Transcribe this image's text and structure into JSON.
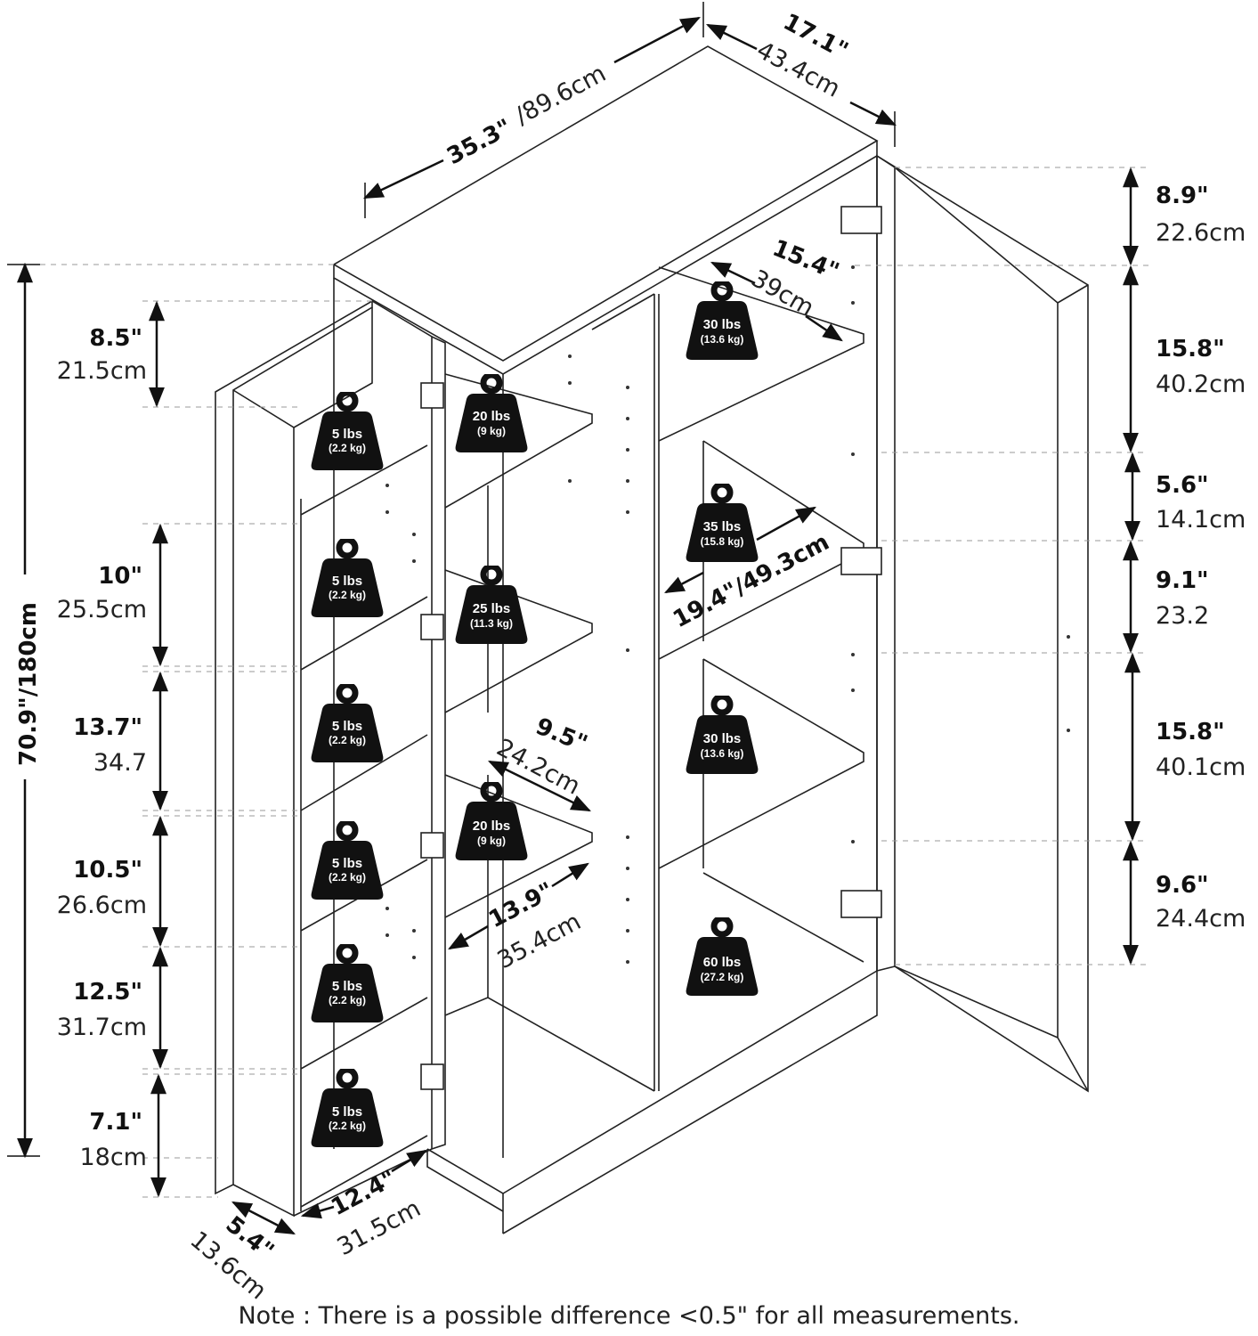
{
  "top": {
    "width_in": "35.3\"",
    "width_cm": "/89.6cm",
    "depth_in": "17.1\"",
    "depth_cm": "43.4cm"
  },
  "overall_height": "70.9\"/180cm",
  "left_dims": [
    {
      "in": "8.5\"",
      "cm": "21.5cm"
    },
    {
      "in": "10\"",
      "cm": "25.5cm"
    },
    {
      "in": "13.7\"",
      "cm": "34.7"
    },
    {
      "in": "10.5\"",
      "cm": "26.6cm"
    },
    {
      "in": "12.5\"",
      "cm": "31.7cm"
    },
    {
      "in": "7.1\"",
      "cm": "18cm"
    }
  ],
  "right_dims": [
    {
      "in": "8.9\"",
      "cm": "22.6cm"
    },
    {
      "in": "15.8\"",
      "cm": "40.2cm"
    },
    {
      "in": "5.6\"",
      "cm": "14.1cm"
    },
    {
      "in": "9.1\"",
      "cm": "23.2"
    },
    {
      "in": "15.8\"",
      "cm": "40.1cm"
    },
    {
      "in": "9.6\"",
      "cm": "24.4cm"
    }
  ],
  "inner_dims": {
    "right_depth_in": "15.4\"",
    "right_depth_cm": "39cm",
    "right_width": "19.4\"/49.3cm",
    "mid_depth_in": "9.5\"",
    "mid_depth_cm": "24.2cm",
    "mid_width_in": "13.9\"",
    "mid_width_cm": "35.4cm",
    "door_shelf_depth_in": "5.4\"",
    "door_shelf_depth_cm": "13.6cm",
    "door_shelf_width_in": "12.4\"",
    "door_shelf_width_cm": "31.5cm"
  },
  "weights": {
    "door": [
      {
        "lbs": "5 lbs",
        "kg": "(2.2 kg)"
      },
      {
        "lbs": "5 lbs",
        "kg": "(2.2 kg)"
      },
      {
        "lbs": "5 lbs",
        "kg": "(2.2 kg)"
      },
      {
        "lbs": "5 lbs",
        "kg": "(2.2 kg)"
      },
      {
        "lbs": "5 lbs",
        "kg": "(2.2 kg)"
      },
      {
        "lbs": "5 lbs",
        "kg": "(2.2 kg)"
      }
    ],
    "middle": [
      {
        "lbs": "20 lbs",
        "kg": "(9 kg)"
      },
      {
        "lbs": "25 lbs",
        "kg": "(11.3 kg)"
      },
      {
        "lbs": "20 lbs",
        "kg": "(9 kg)"
      }
    ],
    "right": [
      {
        "lbs": "30 lbs",
        "kg": "(13.6 kg)"
      },
      {
        "lbs": "35 lbs",
        "kg": "(15.8 kg)"
      },
      {
        "lbs": "30 lbs",
        "kg": "(13.6 kg)"
      },
      {
        "lbs": "60 lbs",
        "kg": "(27.2 kg)"
      }
    ]
  },
  "note": "Note : There is a possible difference <0.5\" for all measurements."
}
